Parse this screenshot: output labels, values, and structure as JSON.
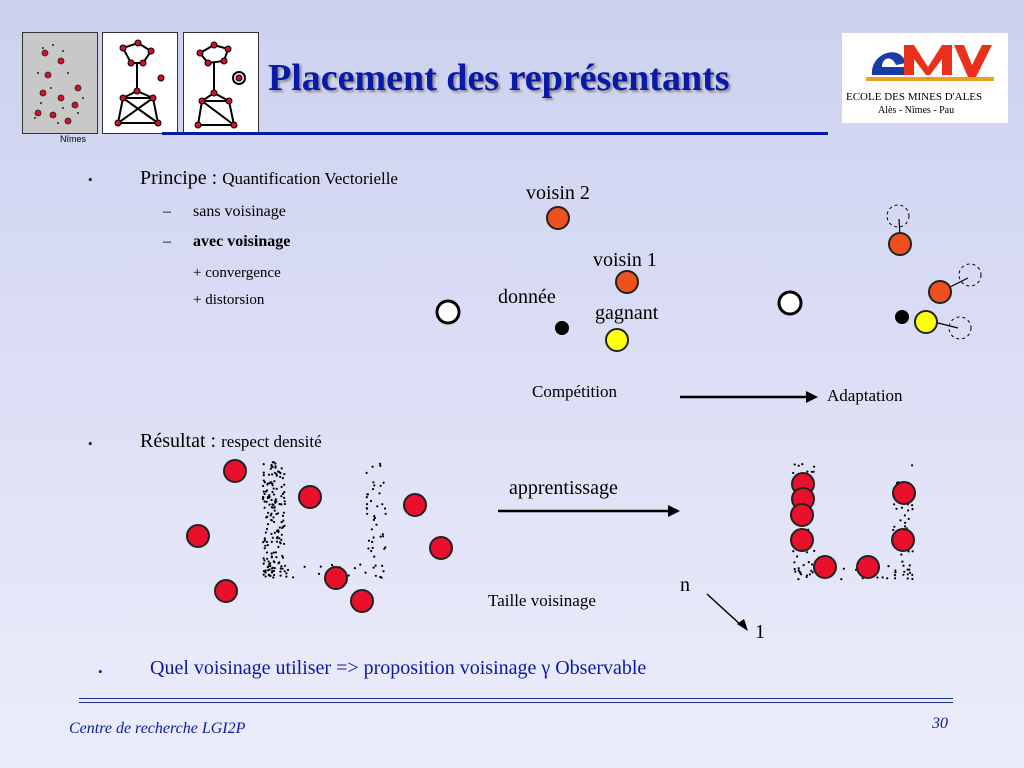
{
  "slide": {
    "title": "Placement des représentants",
    "footer_left": "Centre de recherche  LGI2P",
    "page_number": "30"
  },
  "logos": {
    "small_caption": "Nîmes",
    "ema_line1": "ECOLE DES MINES D'ALES",
    "ema_line2": "Alès - Nîmes - Pau"
  },
  "principe": {
    "bullet": "•",
    "label": "Principe : ",
    "value": "Quantification Vectorielle",
    "dash": "–",
    "sub1": "sans voisinage",
    "sub2": "avec voisinage",
    "sub2a": "+ convergence",
    "sub2b": "+ distorsion"
  },
  "diagram": {
    "voisin2": "voisin 2",
    "voisin1": "voisin 1",
    "donnee": "donnée",
    "gagnant": "gagnant",
    "competition": "Compétition",
    "adaptation": "Adaptation"
  },
  "resultat": {
    "bullet": "•",
    "label": "Résultat : ",
    "value": "respect densité",
    "apprentissage": "apprentissage",
    "taille": "Taille voisinage",
    "n": "n",
    "one": "1"
  },
  "question": {
    "bullet": "•",
    "text": "Quel voisinage utiliser => proposition voisinage γ Observable"
  },
  "colors": {
    "title_blue": "#0a1aa8",
    "red_node": "#e8102a",
    "orange_node": "#f0501e",
    "yellow_node": "#ffff10"
  }
}
